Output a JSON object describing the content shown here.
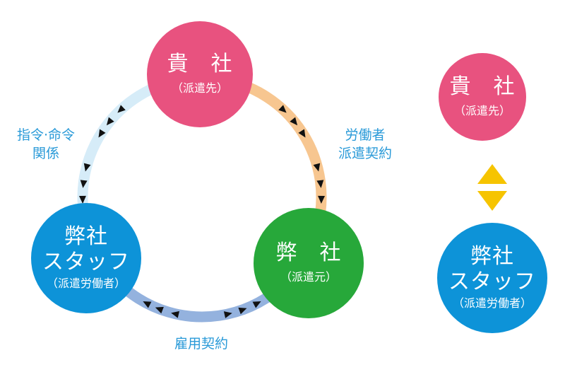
{
  "nodes": {
    "client": {
      "title": "貴　社",
      "sub": "（派遣先）"
    },
    "agency": {
      "title": "弊　社",
      "sub": "（派遣元）"
    },
    "staff": {
      "title1": "弊社",
      "title2": "スタッフ",
      "sub": "（派遣労働者）"
    }
  },
  "relations": {
    "command": {
      "line1": "指令·命令",
      "line2": "関係"
    },
    "dispatch": {
      "line1": "労働者",
      "line2": "派遣契約"
    },
    "employment": {
      "line1": "雇用契約"
    }
  },
  "side": {
    "client": {
      "title": "貴　社",
      "sub": "（派遣先）"
    },
    "staff": {
      "title1": "弊社",
      "title2": "スタッフ",
      "sub": "（派遣労働者）"
    }
  },
  "colors": {
    "pink": "#e8527f",
    "green": "#27a83a",
    "blue": "#0d93d8",
    "ring_light": "#d6ecf8",
    "ring_orange": "#f7c690",
    "ring_blue": "#94b2de",
    "label": "#2a9ad8",
    "yellow": "#f6c400"
  }
}
